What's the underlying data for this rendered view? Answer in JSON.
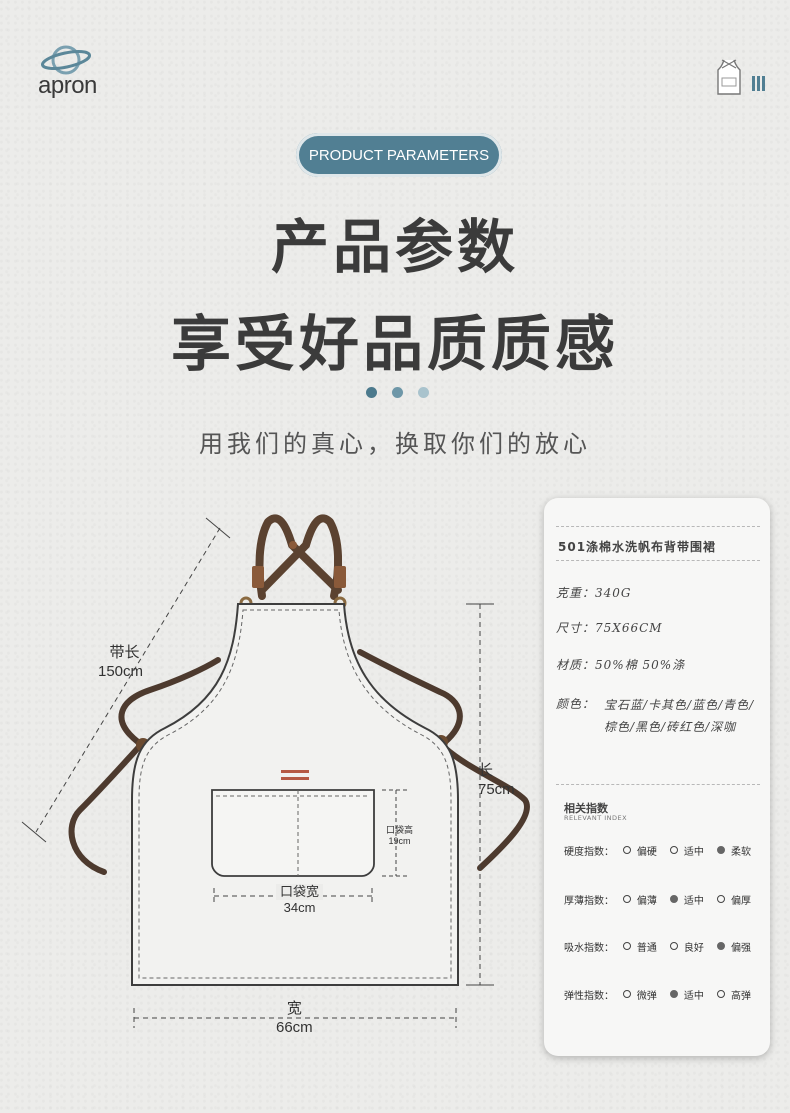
{
  "brand": {
    "logo_text": "apron",
    "accent": "#517f93"
  },
  "header": {
    "pill_label": "PRODUCT PARAMETERS",
    "title_line1": "产品参数",
    "title_line2": "享受好品质质感",
    "slogan": "用我们的真心，换取你们的放心",
    "dot_colors": [
      "#4c7a8d",
      "#6e97a8",
      "#a9c3cd"
    ]
  },
  "measurements": {
    "strap_label": "带长",
    "strap_value": "150cm",
    "length_label": "长",
    "length_value": "75cm",
    "pocket_height_label": "口袋高",
    "pocket_height_value": "19cm",
    "pocket_width_label": "口袋宽",
    "pocket_width_value": "34cm",
    "width_label": "宽",
    "width_value": "66cm"
  },
  "card": {
    "product_name": "501涤棉水洗帆布背带围裙",
    "weight_label": "克重：",
    "weight_value": "340G",
    "size_label": "尺寸：",
    "size_value": "75X66CM",
    "material_label": "材质：",
    "material_value": "50%棉 50%涤",
    "color_label": "颜色：",
    "color_value": "宝石蓝/卡其色/蓝色/青色/棕色/黑色/砖红色/深咖",
    "index_title": "相关指数",
    "index_subtitle": "RELEVANT INDEX",
    "indices": [
      {
        "name": "硬度指数：",
        "options": [
          "偏硬",
          "适中",
          "柔软"
        ],
        "selected": 2
      },
      {
        "name": "厚薄指数：",
        "options": [
          "偏薄",
          "适中",
          "偏厚"
        ],
        "selected": 1
      },
      {
        "name": "吸水指数：",
        "options": [
          "普通",
          "良好",
          "偏强"
        ],
        "selected": 2
      },
      {
        "name": "弹性指数：",
        "options": [
          "微弹",
          "适中",
          "高弹"
        ],
        "selected": 1
      }
    ]
  }
}
